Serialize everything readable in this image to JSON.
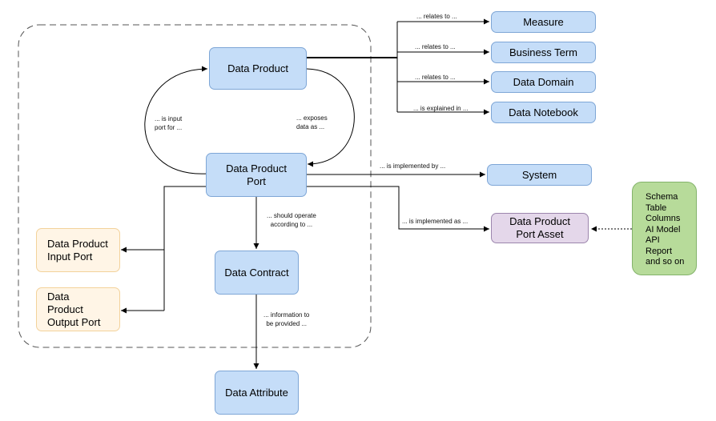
{
  "nodes": {
    "data_product": "Data Product",
    "data_product_port": "Data Product\nPort",
    "data_contract": "Data Contract",
    "data_attribute": "Data Attribute",
    "input_port": "Data Product\nInput Port",
    "output_port": "Data\nProduct\nOutput Port",
    "measure": "Measure",
    "business_term": "Business Term",
    "data_domain": "Data Domain",
    "data_notebook": "Data Notebook",
    "system": "System",
    "port_asset": "Data Product\nPort Asset",
    "asset_types": "Schema\nTable\nColumns\nAI Model\nAPI\nReport\nand so on"
  },
  "labels": {
    "relates_measure": "... relates to ...",
    "relates_business_term": "... relates to ...",
    "relates_data_domain": "... relates to ...",
    "explained_in": "... is explained in ...",
    "input_port_for": "... is input\nport for ...",
    "exposes": "... exposes\ndata as ...",
    "implemented_by": "... is implemented by ...",
    "implemented_as": "... is implemented as ...",
    "should_operate": "... should operate\naccording to ...",
    "information": "... information to\nbe provided ..."
  },
  "colors": {
    "blue_box": "#c5ddf8",
    "orange_box": "#fff5e6",
    "purple_box": "#e4d7ea",
    "green_box": "#b7db9a"
  }
}
